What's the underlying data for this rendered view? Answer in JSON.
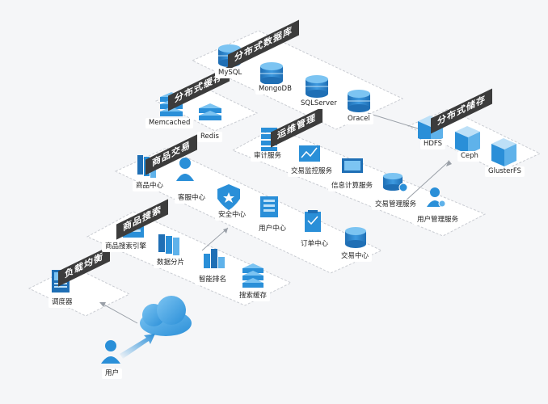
{
  "groups": {
    "db": "分布式数据库",
    "cache": "分布式缓存",
    "ops": "运维管理",
    "storage": "分布式储存",
    "trade": "商品交易",
    "search": "商品搜索",
    "lb": "负载均衡"
  },
  "nodes": {
    "mysql": "MySQL",
    "mongodb": "MongoDB",
    "sqlserver": "SQLServer",
    "oracel": "Oracel",
    "memcached": "Memcached",
    "redis": "Redis",
    "audit": "审计服务",
    "trade_monitor": "交易监控服务",
    "info_compute": "信息计算服务",
    "trade_manage": "交易管理服务",
    "user_manage": "用户管理服务",
    "hdfs": "HDFS",
    "ceph": "Ceph",
    "glusterfs": "GlusterFS",
    "product_center": "商品中心",
    "customer_service": "客服中心",
    "security_center": "安全中心",
    "user_center": "用户中心",
    "order_center": "订单中心",
    "trade_center": "交易中心",
    "search_engine": "商品搜索引擎",
    "data_shard": "数据分片",
    "smart_rank": "智能排名",
    "search_cache": "搜索缓存",
    "scheduler": "调度器",
    "user": "用户"
  },
  "colors": {
    "accent": "#2a8fd8",
    "accent_light": "#7cc4f2",
    "tag_bg": "#3c3c3c",
    "panel_border": "#c9ccd2"
  }
}
